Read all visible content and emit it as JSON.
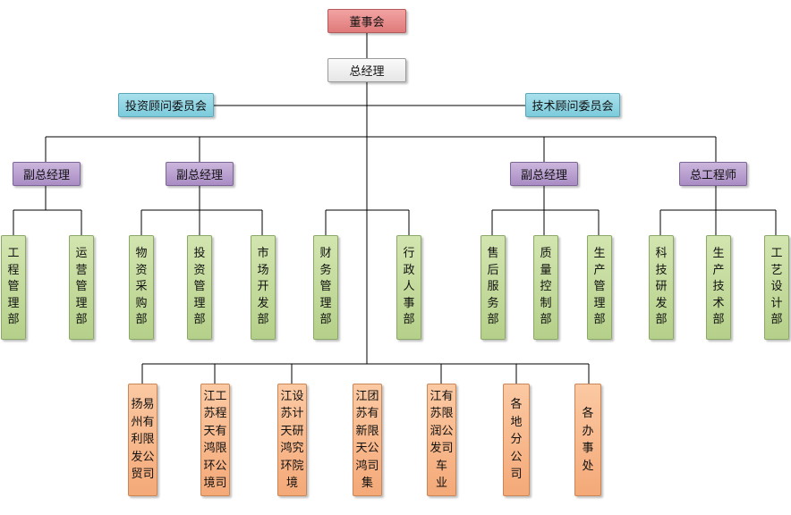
{
  "board": "董事会",
  "gm": "总经理",
  "committees": {
    "investment": "投资顾问委员会",
    "technical": "技术顾问委员会"
  },
  "deputies": [
    "副总经理",
    "副总经理",
    "副总经理",
    "总工程师"
  ],
  "departments": [
    "工程管理部",
    "运营管理部",
    "物资采购部",
    "投资管理部",
    "市场开发部",
    "财务管理部",
    "行政人事部",
    "售后服务部",
    "质量控制部",
    "生产管理部",
    "科技研发部",
    "生产技术部",
    "工艺设计部"
  ],
  "subsidiaries": [
    "扬易\n州有\n利限\n发公\n贸司",
    "江工\n苏程\n天有\n鸿限\n环公\n境司",
    "江设\n苏计\n天研\n鸿究\n环院\n境",
    "江团\n苏有\n新限\n天公\n鸿司\n集",
    "江有\n苏限\n润公\n发司\n车\n业",
    "各\n地\n分\n公\n司",
    "各\n办\n事\n处"
  ]
}
